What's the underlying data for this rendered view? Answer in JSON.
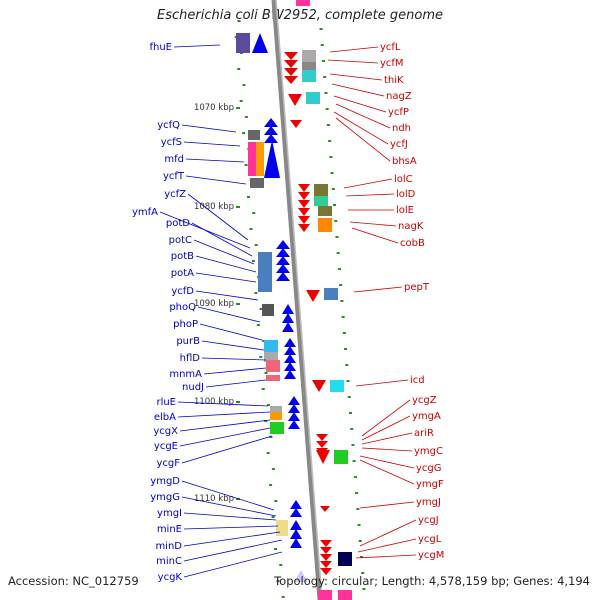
{
  "title": "Escherichia coli BW2952, complete genome",
  "accession_text": "Accession: NC_012759",
  "topology_text": "Topology: circular; Length: 4,578,159 bp; Genes: 4,194",
  "colors": {
    "forward_label": "#0000cc",
    "reverse_label": "#cc0000",
    "forward_arrow": "#0000ee",
    "reverse_arrow": "#ee0000",
    "backbone": "#888888",
    "tick": "#2e8b22"
  },
  "scale_marks": [
    {
      "label": "1070 kbp"
    },
    {
      "label": "1080 kbp"
    },
    {
      "label": "1090 kbp"
    },
    {
      "label": "1100 kbp"
    },
    {
      "label": "1110 kbp"
    }
  ],
  "forward_genes": [
    {
      "name": "fhuE"
    },
    {
      "name": "ycfQ"
    },
    {
      "name": "ycfS"
    },
    {
      "name": "mfd"
    },
    {
      "name": "ycfT"
    },
    {
      "name": "ycfZ"
    },
    {
      "name": "ymfA"
    },
    {
      "name": "potD"
    },
    {
      "name": "potC"
    },
    {
      "name": "potB"
    },
    {
      "name": "potA"
    },
    {
      "name": "ycfD"
    },
    {
      "name": "phoQ"
    },
    {
      "name": "phoP"
    },
    {
      "name": "purB"
    },
    {
      "name": "hflD"
    },
    {
      "name": "mnmA"
    },
    {
      "name": "nudJ"
    },
    {
      "name": "rluE"
    },
    {
      "name": "elbA"
    },
    {
      "name": "ycgX"
    },
    {
      "name": "ycgE"
    },
    {
      "name": "ycgF"
    },
    {
      "name": "ymgD"
    },
    {
      "name": "ymgG"
    },
    {
      "name": "ymgI"
    },
    {
      "name": "minE"
    },
    {
      "name": "minD"
    },
    {
      "name": "minC"
    },
    {
      "name": "ycgK"
    }
  ],
  "reverse_genes": [
    {
      "name": "ycfL"
    },
    {
      "name": "ycfM"
    },
    {
      "name": "thiK"
    },
    {
      "name": "nagZ"
    },
    {
      "name": "ycfP"
    },
    {
      "name": "ndh"
    },
    {
      "name": "ycfJ"
    },
    {
      "name": "bhsA"
    },
    {
      "name": "lolC"
    },
    {
      "name": "lolD"
    },
    {
      "name": "lolE"
    },
    {
      "name": "nagK"
    },
    {
      "name": "cobB"
    },
    {
      "name": "pepT"
    },
    {
      "name": "icd"
    },
    {
      "name": "ycgZ"
    },
    {
      "name": "ymgA"
    },
    {
      "name": "ariR"
    },
    {
      "name": "ymgC"
    },
    {
      "name": "ycgG"
    },
    {
      "name": "ymgF"
    },
    {
      "name": "ymgJ"
    },
    {
      "name": "ycgJ"
    },
    {
      "name": "ycgL"
    },
    {
      "name": "ycgM"
    }
  ]
}
